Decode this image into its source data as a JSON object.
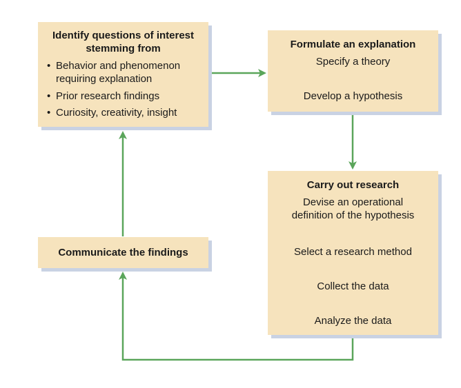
{
  "boxes": {
    "identify": {
      "title": "Identify questions of interest stemming from",
      "bullets": [
        "Behavior and phenomenon requiring explanation",
        "Prior research findings",
        "Curiosity, creativity, insight"
      ]
    },
    "formulate": {
      "title": "Formulate an explanation",
      "steps": [
        "Specify a theory",
        "Develop a hypothesis"
      ]
    },
    "research": {
      "title": "Carry out research",
      "steps": [
        "Devise an operational definition of the hypothesis",
        "Select a research method",
        "Collect the data",
        "Analyze the data"
      ]
    },
    "communicate": {
      "title": "Communicate the findings"
    }
  },
  "colors": {
    "box_fill": "#f6e3bd",
    "box_shadow": "#c9d2e3",
    "arrow": "#5aa55a"
  }
}
